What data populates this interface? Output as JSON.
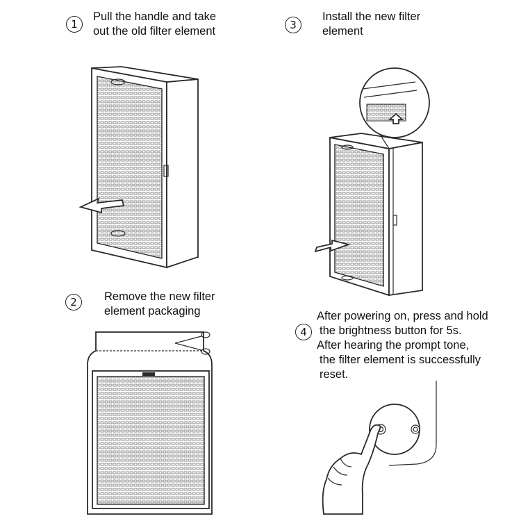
{
  "steps": [
    {
      "number": "1",
      "lines": [
        "Pull the handle and take",
        "out the old filter element"
      ]
    },
    {
      "number": "2",
      "lines": [
        "Remove the new filter",
        "element packaging"
      ]
    },
    {
      "number": "3",
      "lines": [
        "Install the new filter",
        "element"
      ]
    },
    {
      "number": "4",
      "lines": [
        "After powering on, press and hold",
        "the brightness button for 5s.",
        "After hearing the prompt tone,",
        "the filter element is successfully",
        "reset."
      ]
    }
  ],
  "colors": {
    "line": "#2a2a2a",
    "text": "#111111",
    "background": "#ffffff"
  },
  "icons": [
    "filter-icon",
    "arrow-icon",
    "scissors-icon",
    "hand-icon",
    "button-icon"
  ]
}
